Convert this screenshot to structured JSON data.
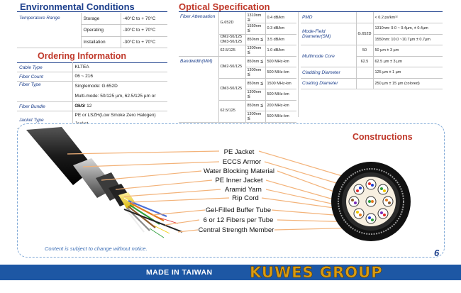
{
  "environmental": {
    "title": "Environmental Conditions",
    "label": "Temperature Range",
    "rows": [
      {
        "name": "Storage",
        "value": "-40°C to + 70°C"
      },
      {
        "name": "Operating",
        "value": "-30°C to + 70°C"
      },
      {
        "name": "Installation",
        "value": "-30°C to + 70°C"
      }
    ]
  },
  "ordering": {
    "title": "Ordering Information",
    "rows": [
      {
        "label": "Cable Type",
        "value": "KLTEA"
      },
      {
        "label": "Fiber Count",
        "value": "06 ~ 216"
      },
      {
        "label": "Fiber Type",
        "value": "Singlemode: G.652D",
        "value2": "Multi-mode: 50/125 µm, 62.5/125 µm or OM3"
      },
      {
        "label": "Fiber Bundle",
        "value": "06 or 12"
      },
      {
        "label": "Jacket Type",
        "value": "PE or LSZH(Low Smoke Zero Halogen) Jacket"
      }
    ]
  },
  "optical": {
    "title": "Optical Specification",
    "attenuation": {
      "label": "Fiber Attenuation",
      "rows": [
        {
          "fiber": "G.652D",
          "wl": "1310nm",
          "val": "0.4 dB/km"
        },
        {
          "fiber": "",
          "wl": "1550nm",
          "val": "0.3 dB/km"
        },
        {
          "fiber": "OM2-50/125 OM3-50/125",
          "wl": "850nm",
          "val": "3.5 dB/km"
        },
        {
          "fiber": "62.5/125",
          "wl": "1300nm",
          "val": "1.0 dB/km"
        }
      ]
    },
    "bandwidth": {
      "label": "Bandwidth(MM)",
      "rows": [
        {
          "fiber": "OM2-50/125",
          "wl": "850nm",
          "val": "500 MHz-km"
        },
        {
          "fiber": "",
          "wl": "1300nm",
          "val": "500 MHz-km"
        },
        {
          "fiber": "OM3-50/125",
          "wl": "850nm",
          "val": "1500 MHz-km"
        },
        {
          "fiber": "",
          "wl": "1300nm",
          "val": "500 MHz-km"
        },
        {
          "fiber": "62.5/125",
          "wl": "850nm",
          "val": "200 MHz-km"
        },
        {
          "fiber": "",
          "wl": "1300nm",
          "val": "500 MHz-km"
        }
      ]
    },
    "right": [
      {
        "label": "PMD",
        "sub": "",
        "val": "< 0.2 ps/km¹²"
      },
      {
        "label": "Mode-Field Diameter(SM)",
        "sub": "G.652D",
        "val": "1310nm: 9.0 ~ 9.4µm, ± 0.4µm"
      },
      {
        "label": "",
        "sub": "",
        "val": "1550nm: 10.0 ~10.7µm ± 0.7µm"
      },
      {
        "label": "Multimode Core",
        "sub": "50",
        "val": "50 µm ± 3 µm"
      },
      {
        "label": "",
        "sub": "62.5",
        "val": "62.5 µm ± 3 µm"
      },
      {
        "label": "Cladding Diameter",
        "sub": "",
        "val": "125 µm ± 1 µm"
      },
      {
        "label": "Coating Diameter",
        "sub": "",
        "val": "250 µm ± 15 µm (colored)"
      }
    ],
    "leq": "≦"
  },
  "constructions": {
    "title": "Constructions",
    "labels": [
      "PE Jacket",
      "ECCS Armor",
      "Water Blocking Material",
      "PE Inner Jacket",
      "Aramid Yarn",
      "Rip Cord",
      "Gel-Filled Buffer Tube",
      "6 or 12 Fibers per Tube",
      "Central Strength Member"
    ],
    "disclaimer": "Content is subject to change without notice.",
    "page_number": "6"
  },
  "footer": {
    "made_in": "MADE IN TAIWAN",
    "brand": "KUWES GROUP"
  },
  "colors": {
    "heading_blue": "#1c3f8c",
    "heading_red": "#c0392b",
    "footer_blue": "#1d57a4",
    "brand_gold": "#d89b12"
  }
}
